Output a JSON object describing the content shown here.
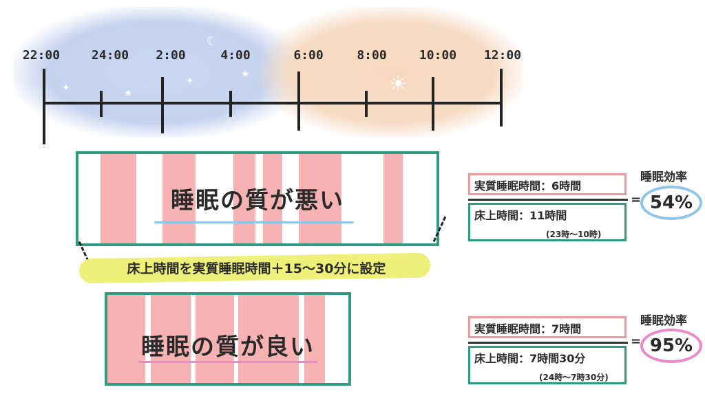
{
  "timeline": {
    "labels": [
      "22:00",
      "24:00",
      "2:00",
      "4:00",
      "6:00",
      "8:00",
      "10:00",
      "12:00"
    ]
  },
  "bad": {
    "title": "睡眠の質が悪い",
    "real_sleep": "実質睡眠時間：6時間",
    "bed_time": "床上時間：11時間",
    "bed_range": "(23時～10時)",
    "eff_label": "睡眠効率",
    "eff_value": "54%"
  },
  "good": {
    "title": "睡眠の質が良い",
    "real_sleep": "実質睡眠時間：7時間",
    "bed_time": "床上時間：7時間30分",
    "bed_range": "(24時～7時30分)",
    "eff_label": "睡眠効率",
    "eff_value": "95%"
  },
  "advice": "床上時間を実質睡眠時間＋15～30分に設定",
  "equals": "=",
  "colors": {
    "night": "#c6d3ef",
    "morning": "#f6dbc4",
    "stripe": "#f7b3b4",
    "box_border": "#2f9c82",
    "highlight": "#eef07a",
    "bad_oval": "#8ec5ea",
    "good_oval": "#e88acb"
  }
}
